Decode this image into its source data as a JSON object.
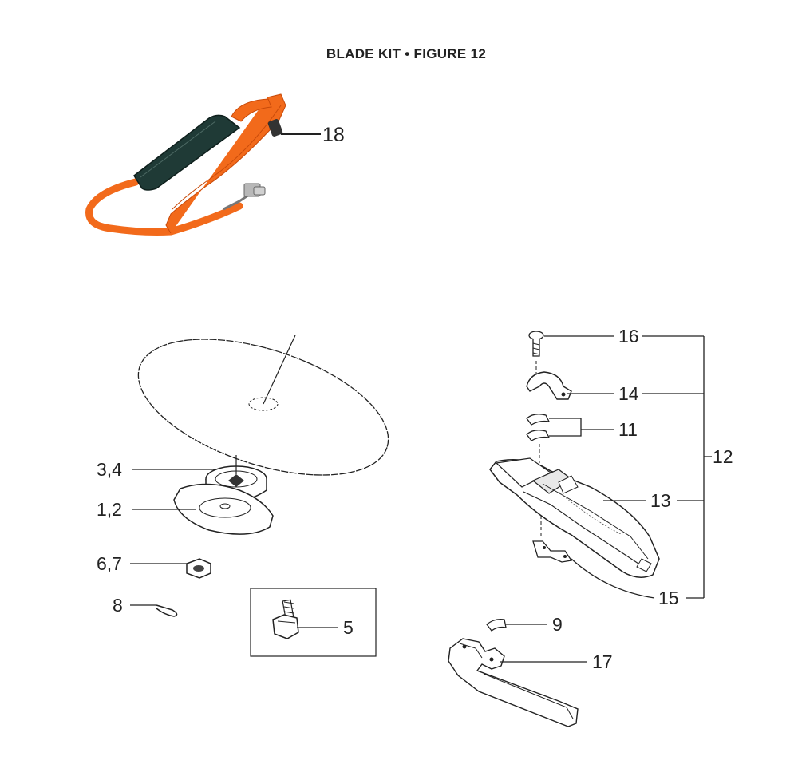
{
  "title": "BLADE KIT • FIGURE 12",
  "callouts": {
    "c18": "18",
    "c16": "16",
    "c14": "14",
    "c11": "11",
    "c12": "12",
    "c13": "13",
    "c15": "15",
    "c34": "3,4",
    "c12b": "1,2",
    "c67": "6,7",
    "c8": "8",
    "c5": "5",
    "c9": "9",
    "c17": "17"
  },
  "colors": {
    "strap": "#f26a1b",
    "strap_dark": "#d9530e",
    "pad": "#1f3a36",
    "line": "#222222"
  }
}
